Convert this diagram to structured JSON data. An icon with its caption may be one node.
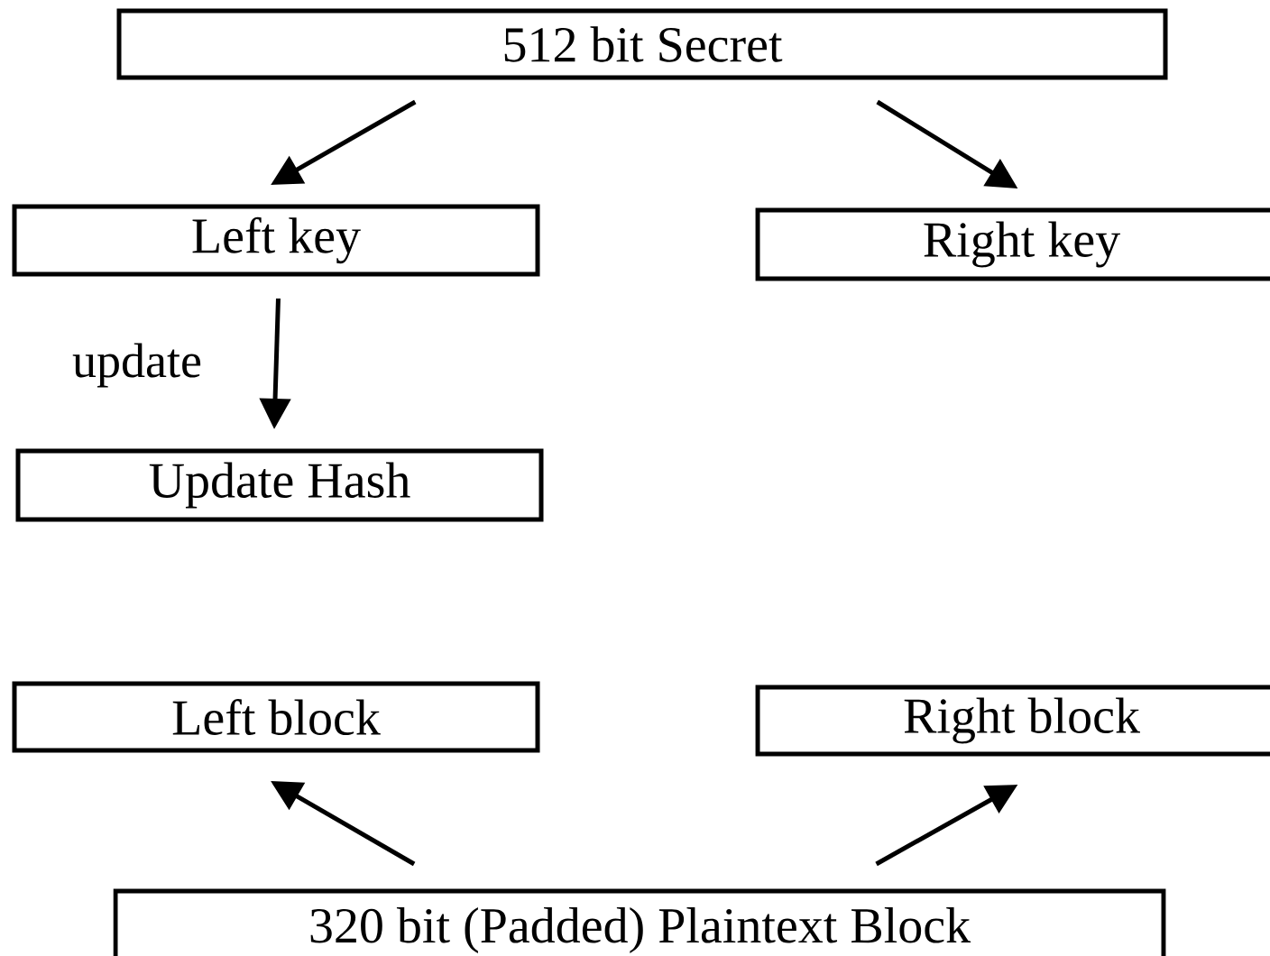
{
  "diagram": {
    "nodes": [
      {
        "text": [
          "512 bit Secret"
        ]
      },
      {
        "text": [
          "Left key"
        ]
      },
      {
        "text": [
          "Right key"
        ]
      },
      {
        "text": [
          "Update Hash"
        ]
      },
      {
        "text": [
          "Left block"
        ]
      },
      {
        "text": [
          "Right block"
        ]
      },
      {
        "text": [
          "320 bit (Padded) Plaintext Block"
        ]
      }
    ],
    "edges": [
      {
        "from": 0,
        "to": 1,
        "arrow": "to"
      },
      {
        "from": 0,
        "to": 2,
        "arrow": "to"
      },
      {
        "from": 1,
        "to": 3,
        "arrow": "to",
        "label": "update"
      },
      {
        "from": 6,
        "to": 4,
        "arrow": "to"
      },
      {
        "from": 6,
        "to": 5,
        "arrow": "to"
      }
    ]
  }
}
